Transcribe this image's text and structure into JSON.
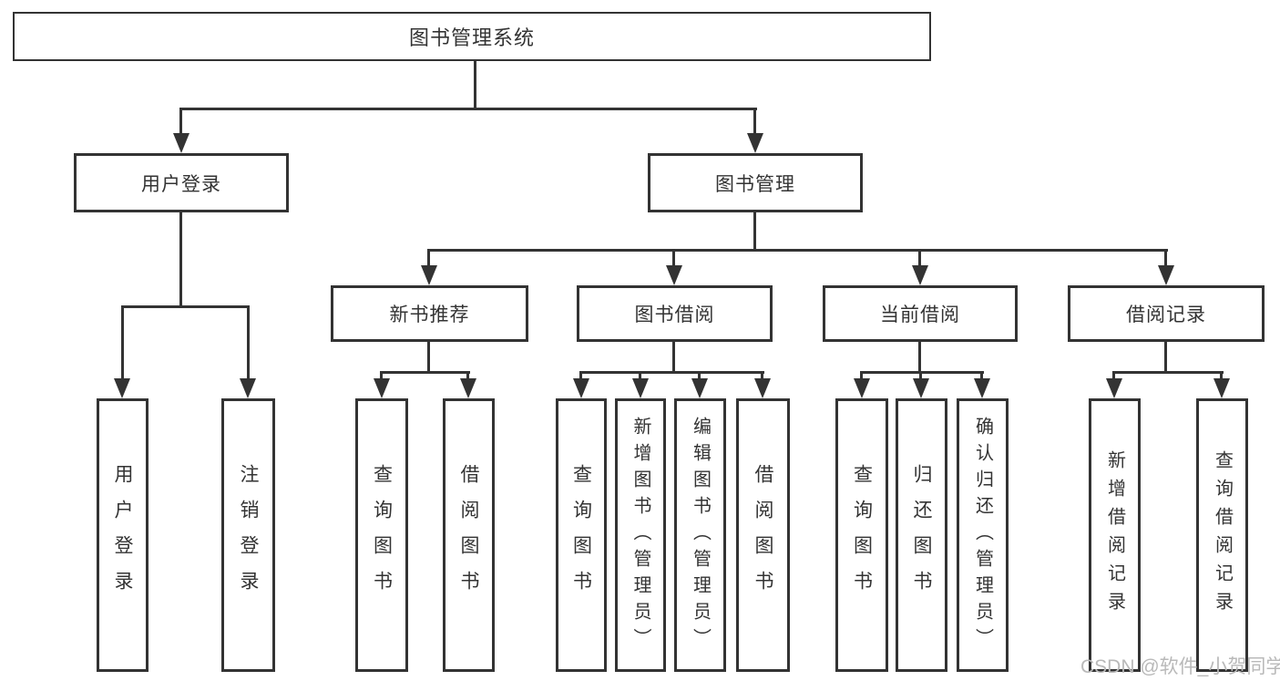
{
  "tree": {
    "label": "图书管理系统",
    "children": [
      {
        "label": "用户登录",
        "children": [
          {
            "label": "用户登录"
          },
          {
            "label": "注销登录"
          }
        ]
      },
      {
        "label": "图书管理",
        "children": [
          {
            "label": "新书推荐",
            "children": [
              {
                "label": "查询图书"
              },
              {
                "label": "借阅图书"
              }
            ]
          },
          {
            "label": "图书借阅",
            "children": [
              {
                "label": "查询图书"
              },
              {
                "label": "新增图书（管理员）"
              },
              {
                "label": "编辑图书（管理员）"
              },
              {
                "label": "借阅图书"
              }
            ]
          },
          {
            "label": "当前借阅",
            "children": [
              {
                "label": "查询图书"
              },
              {
                "label": "归还图书"
              },
              {
                "label": "确认归还（管理员）"
              }
            ]
          },
          {
            "label": "借阅记录",
            "children": [
              {
                "label": "新增借阅记录"
              },
              {
                "label": "查询借阅记录"
              }
            ]
          }
        ]
      }
    ]
  },
  "watermark": {
    "text": "CSDN @软件_小贺同学"
  },
  "colors": {
    "line": "#333333",
    "box_background": "#ffffff",
    "watermark": "#b9b9b9"
  }
}
